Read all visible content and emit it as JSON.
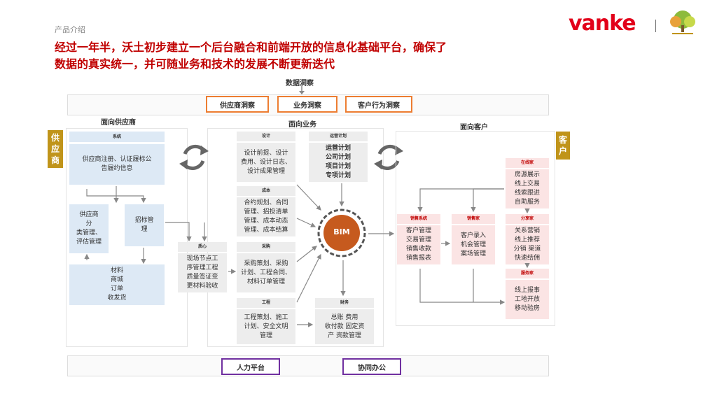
{
  "header": {
    "section_label": "产品介绍",
    "title_line1": "经过一年半，沃土初步建立一个后台融合和前端开放的信息化基础平台，确保了",
    "title_line2": "数据的真实统一，并可随业务和技术的发展不断更新迭代",
    "logo_text": "vanke"
  },
  "insight": {
    "label": "数据洞察",
    "items": [
      "供应商洞察",
      "业务洞察",
      "客户行为洞察"
    ]
  },
  "columns": {
    "supplier": "面向供应商",
    "business": "面向业务",
    "customer": "面向客户"
  },
  "side_tags": {
    "supplier": "供\n应\n商",
    "customer": "客\n户"
  },
  "supplier": {
    "system_header": "系统",
    "register": "供应商注册、认证履标公\n告履约信息",
    "classify": "供应商\n分\n类管理、\n评估管理",
    "bidding": "招标管\n理",
    "materials": "材料\n商城\n订单\n收发货"
  },
  "business": {
    "design_header": "设计",
    "design_body": "设计前提、设计\n费用、设计日志、\n设计成果管理",
    "ops_header": "运营计划",
    "ops_body": "运营计划\n公司计划\n项目计划\n专项计划",
    "cost_header": "成本",
    "cost_body": "合约规划、合同\n管理、招投清单\n管理、成本动态\n管理、成本结算",
    "site_header": "质心",
    "site_body": "现场节点工\n序管理工程\n质量签证变\n更材料验收",
    "purchase_header": "采购",
    "purchase_body": "采购策划、采购\n计划、工程合同、\n材料订单管理",
    "eng_header": "工程",
    "eng_body": "工程策划、施工\n计划、安全文明\n管理",
    "finance_header": "财务",
    "finance_body": "总账 费用\n收付款 固定资\n产 资款管理",
    "bim": "BIM"
  },
  "customer": {
    "sales_sys_header": "销售系统",
    "sales_sys_body": "客户管理\n交易管理\n销售收款\n销售报表",
    "sales_mgr_header": "销售家",
    "sales_mgr_body": "客户录入\n机会管理\n案场管理",
    "online_header": "在线家",
    "online_body": "房源展示\n线上交易\n线索跟进\n自助服务",
    "share_header": "分享家",
    "share_body": "关系营销\n线上推荐\n分销 渠道\n快速结佣",
    "service_header": "服务家",
    "service_body": "线上报事\n工地开放\n移动验房"
  },
  "bottom": {
    "items": [
      "人力平台",
      "协同办公"
    ]
  },
  "colors": {
    "title_red": "#c00000",
    "orange": "#ed7d31",
    "purple": "#7030a0",
    "gold": "#c0941a",
    "vanke_red": "#e2001a"
  }
}
